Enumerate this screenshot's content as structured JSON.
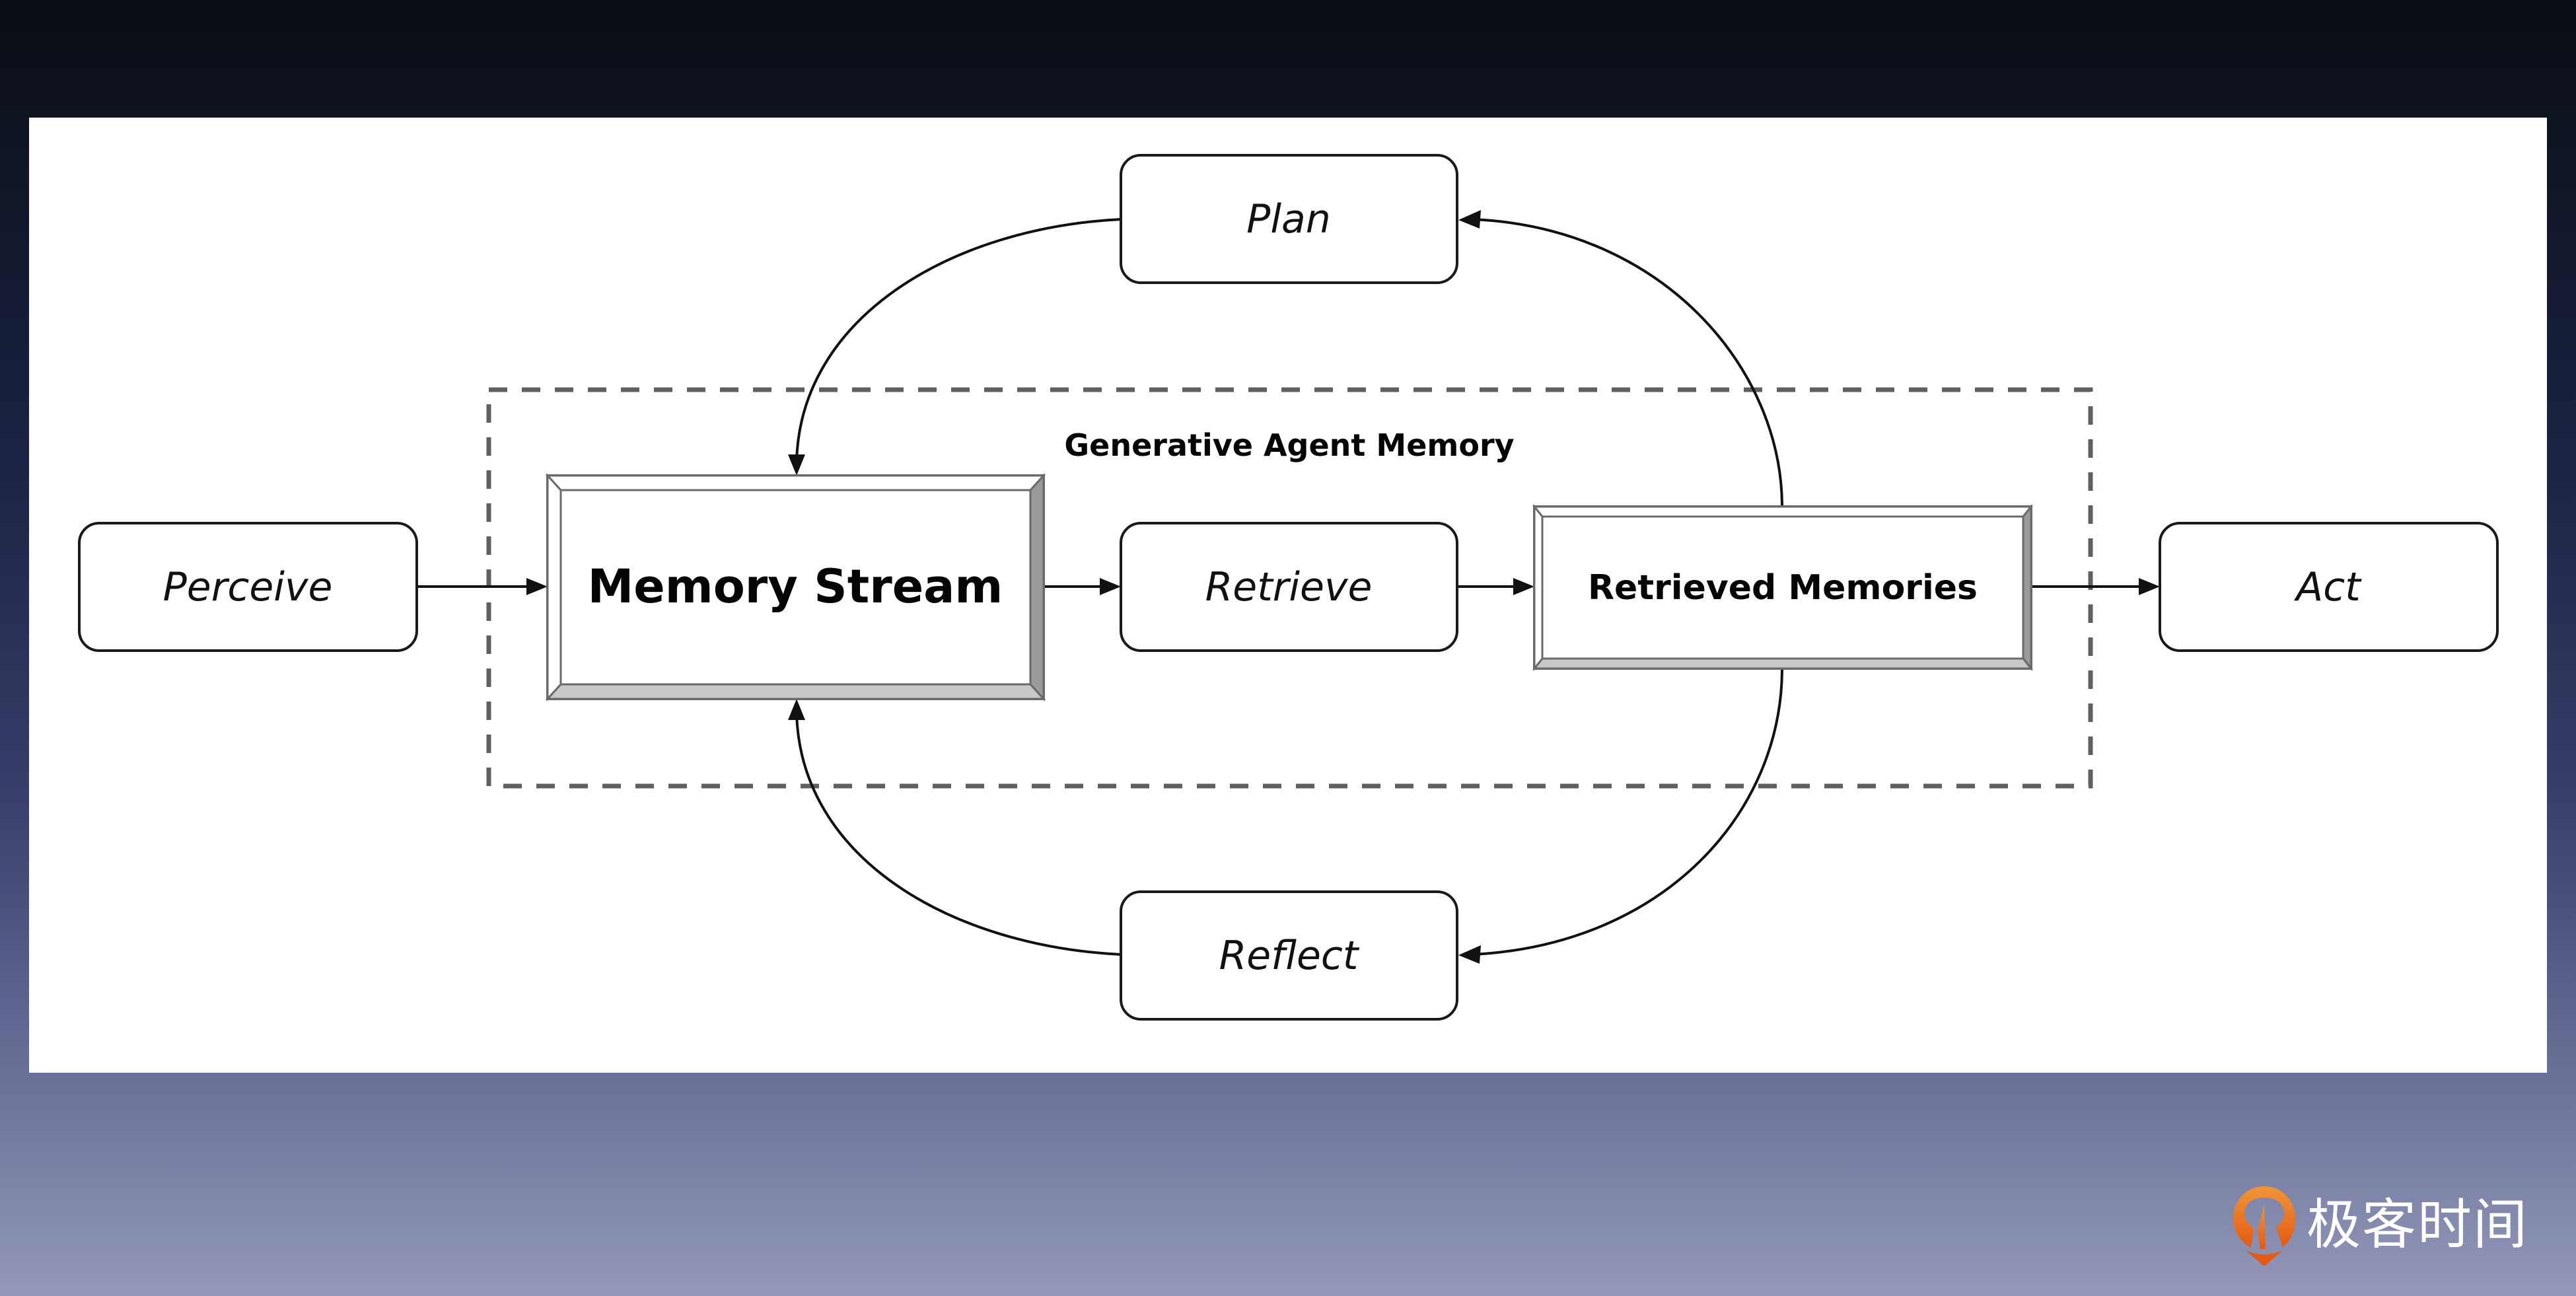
{
  "diagram": {
    "container": {
      "title": "Generative Agent Memory"
    },
    "nodes": {
      "perceive": "Perceive",
      "memory_stream": "Memory Stream",
      "retrieve": "Retrieve",
      "retrieved_memories": "Retrieved Memories",
      "act": "Act",
      "plan": "Plan",
      "reflect": "Reflect"
    },
    "edges": [
      {
        "from": "Perceive",
        "to": "Memory Stream"
      },
      {
        "from": "Memory Stream",
        "to": "Retrieve"
      },
      {
        "from": "Retrieve",
        "to": "Retrieved Memories"
      },
      {
        "from": "Retrieved Memories",
        "to": "Act"
      },
      {
        "from": "Retrieved Memories",
        "to": "Plan"
      },
      {
        "from": "Plan",
        "to": "Memory Stream"
      },
      {
        "from": "Retrieved Memories",
        "to": "Reflect"
      },
      {
        "from": "Reflect",
        "to": "Memory Stream"
      }
    ]
  },
  "branding": {
    "logo_text": "极客时间",
    "logo_color": "#e8651a"
  },
  "colors": {
    "box_stroke": "#1a1a1a",
    "bevel_light": "#ffffff",
    "bevel_dark": "#9a9a9a",
    "bevel_bottom": "#c8c8c8",
    "dashed_border": "#606060"
  }
}
